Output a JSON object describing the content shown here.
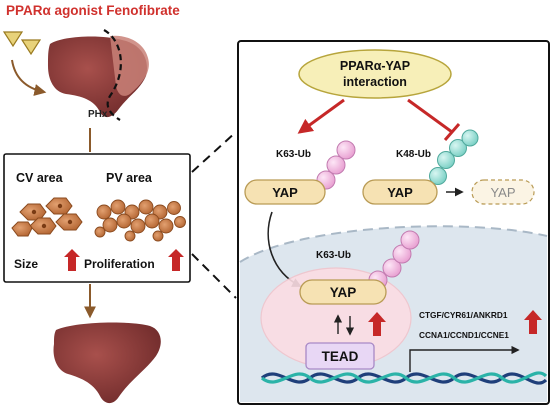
{
  "title": "PPARα agonist Fenofibrate",
  "labels": {
    "phx": "PHx",
    "cv_area": "CV area",
    "pv_area": "PV area",
    "size": "Size",
    "proliferation": "Proliferation",
    "interaction_line1": "PPARα-YAP",
    "interaction_line2": "interaction",
    "k63_ub_top": "K63-Ub",
    "k48_ub": "K48-Ub",
    "yap_k63": "YAP",
    "yap_k48": "YAP",
    "yap_degraded": "YAP",
    "k63_ub_nucleus": "K63-Ub",
    "yap_nucleus": "YAP",
    "tead": "TEAD",
    "genes_line1": "CTGF/CYR61/ANKRD1",
    "genes_line2": "CCNA1/CCND1/CCNE1"
  },
  "colors": {
    "title_red": "#d0312d",
    "arrow_red": "#c62828",
    "liver": "#8a3a3a",
    "ub_pink": "#f2b8e0",
    "ub_teal": "#9ee0d8",
    "yap_fill": "#f6e2b3",
    "tead_fill": "#e8d7f5",
    "nucleus": "#dde6ee",
    "hepatocyte": "#c8773f"
  },
  "icons": [
    "triangle-drug-icon",
    "liver-icon",
    "hepatocyte-cluster-icon",
    "up-arrow-icon",
    "dna-helix-icon",
    "ubiquitin-chain-icon"
  ]
}
